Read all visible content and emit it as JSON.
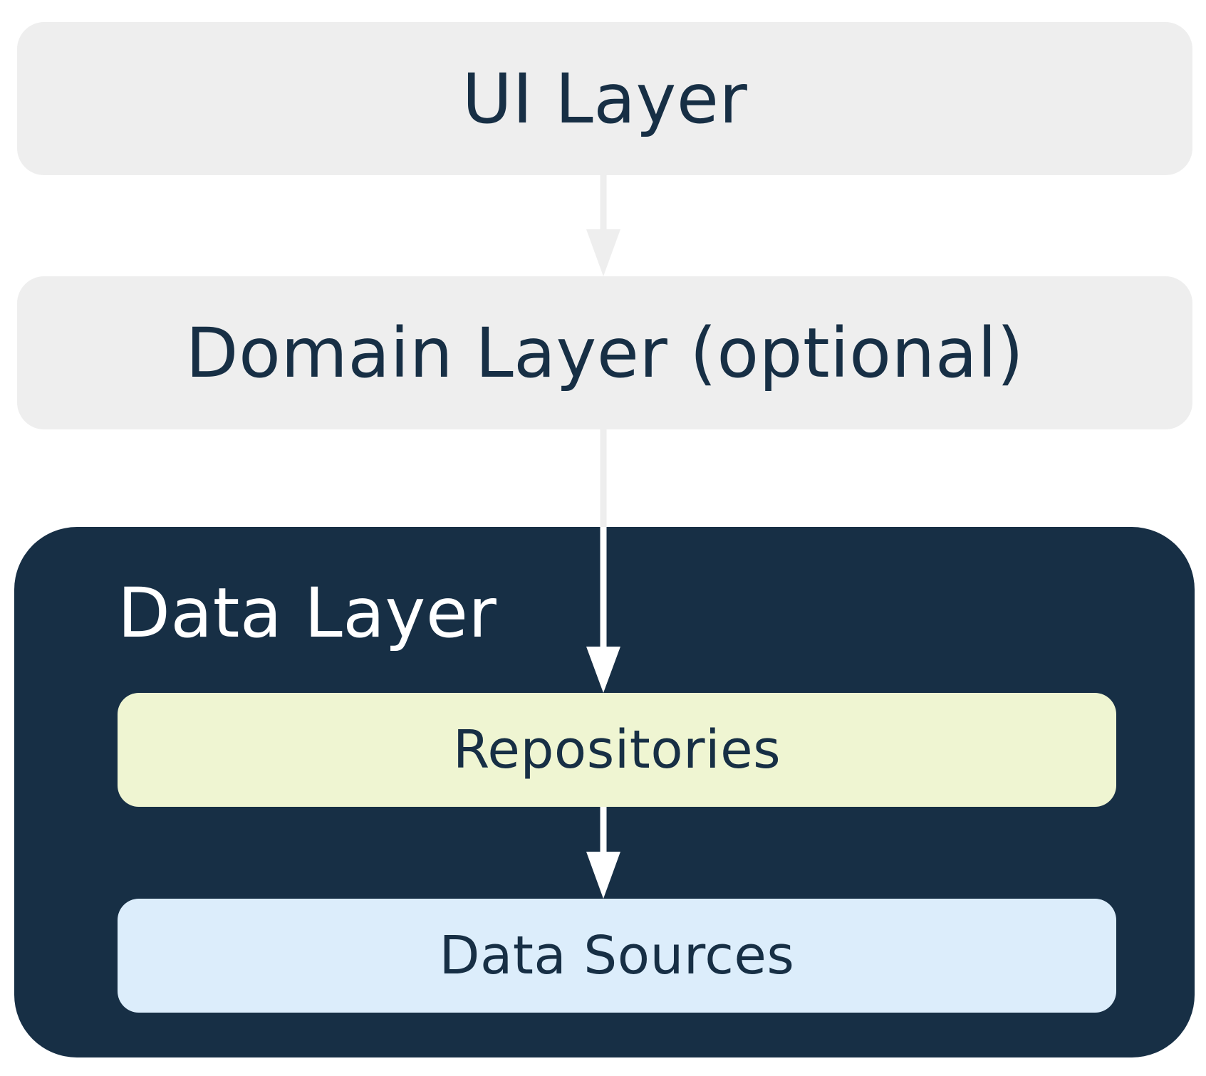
{
  "layers": {
    "ui": {
      "label": "UI Layer"
    },
    "domain": {
      "label": "Domain Layer (optional)"
    },
    "data": {
      "label": "Data Layer",
      "children": {
        "repositories": {
          "label": "Repositories"
        },
        "data_sources": {
          "label": "Data Sources"
        }
      }
    }
  },
  "colors": {
    "dark_navy": "#172f45",
    "light_gray": "#eeeeee",
    "repositories_fill": "#eff5d2",
    "data_sources_fill": "#dcedfb",
    "arrow_light": "#eeeeee",
    "arrow_white": "#ffffff"
  },
  "connections": [
    {
      "from": "UI Layer",
      "to": "Domain Layer (optional)"
    },
    {
      "from": "Domain Layer (optional)",
      "to": "Repositories"
    },
    {
      "from": "Repositories",
      "to": "Data Sources"
    }
  ]
}
